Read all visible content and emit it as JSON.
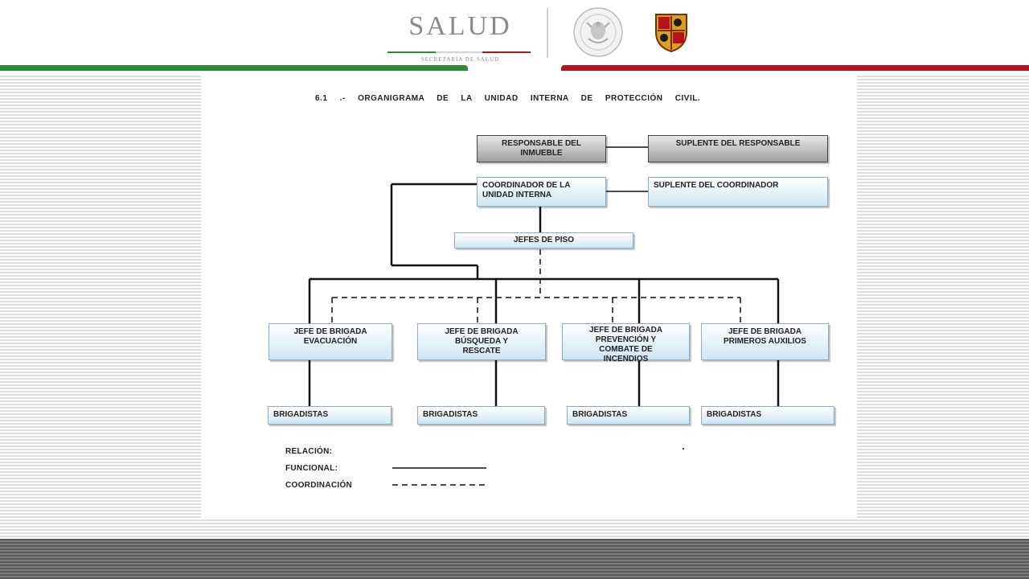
{
  "header": {
    "logo_word": "SALUD",
    "logo_subtitle": "SECRETARÍA DE SALUD",
    "colors": {
      "green": "#2d8a38",
      "red": "#b5121b",
      "gray": "#8a8a8a"
    }
  },
  "document": {
    "title": "6.1 .- ORGANIGRAMA DE LA UNIDAD INTERNA DE PROTECCIÓN CIVIL."
  },
  "org": {
    "responsable": "RESPONSABLE DEL\nINMUEBLE",
    "suplente_responsable": "SUPLENTE DEL   RESPONSABLE",
    "coordinador": "COORDINADOR  DE LA\nUNIDAD INTERNA",
    "suplente_coordinador": "SUPLENTE DEL COORDINADOR",
    "jefes_piso": "JEFES DE PISO",
    "brigadas": [
      "JEFE DE BRIGADA\nEVACUACIÓN",
      "JEFE DE BRIGADA\nBÚSQUEDA Y\nRESCATE",
      "JEFE DE BRIGADA\nPREVENCIÓN Y\nCOMBATE  DE\nINCENDIOS",
      "JEFE DE BRIGADA\nPRIMEROS AUXILIOS"
    ],
    "brigadistas": [
      "BRIGADISTAS",
      "BRIGADISTAS",
      "BRIGADISTAS",
      "BRIGADISTAS"
    ]
  },
  "legend": {
    "relacion": "RELACIÓN:",
    "funcional": "FUNCIONAL:",
    "coordinacion": "COORDINACIÓN"
  }
}
